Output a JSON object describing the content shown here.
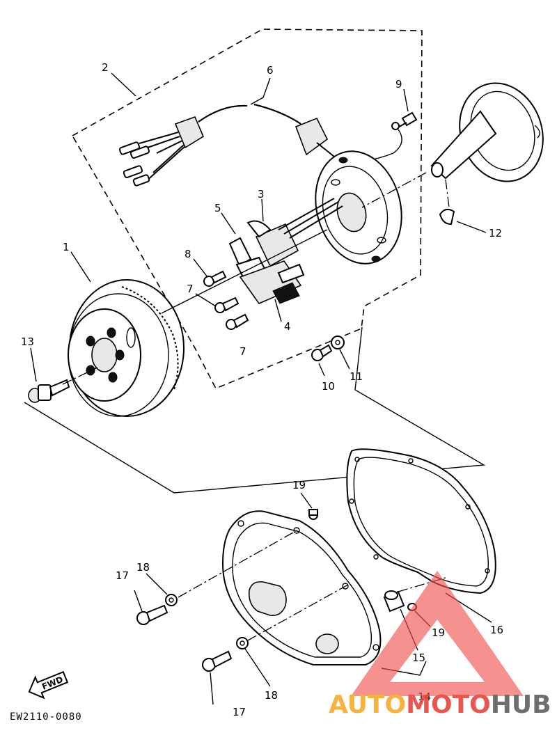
{
  "diagram": {
    "callouts": [
      {
        "id": "c1",
        "label": "1"
      },
      {
        "id": "c2",
        "label": "2"
      },
      {
        "id": "c3",
        "label": "3"
      },
      {
        "id": "c4",
        "label": "4"
      },
      {
        "id": "c5",
        "label": "5"
      },
      {
        "id": "c6",
        "label": "6"
      },
      {
        "id": "c7a",
        "label": "7"
      },
      {
        "id": "c7b",
        "label": "7"
      },
      {
        "id": "c8",
        "label": "8"
      },
      {
        "id": "c9",
        "label": "9"
      },
      {
        "id": "c10",
        "label": "10"
      },
      {
        "id": "c11",
        "label": "11"
      },
      {
        "id": "c12",
        "label": "12"
      },
      {
        "id": "c13",
        "label": "13"
      },
      {
        "id": "c14",
        "label": "14"
      },
      {
        "id": "c15",
        "label": "15"
      },
      {
        "id": "c16",
        "label": "16"
      },
      {
        "id": "c17a",
        "label": "17"
      },
      {
        "id": "c17b",
        "label": "17"
      },
      {
        "id": "c18a",
        "label": "18"
      },
      {
        "id": "c18b",
        "label": "18"
      },
      {
        "id": "c19a",
        "label": "19"
      },
      {
        "id": "c19b",
        "label": "19"
      }
    ],
    "fwd_label": "FWD",
    "drawing_code": "EW2110-0080"
  },
  "watermark": {
    "part1": "AUTO",
    "part2": "MOTO",
    "part3": "HUB",
    "colors": {
      "orange": "#f5a623",
      "red": "#e53935",
      "gray": "#555555",
      "triangle": "#ef5350"
    }
  }
}
